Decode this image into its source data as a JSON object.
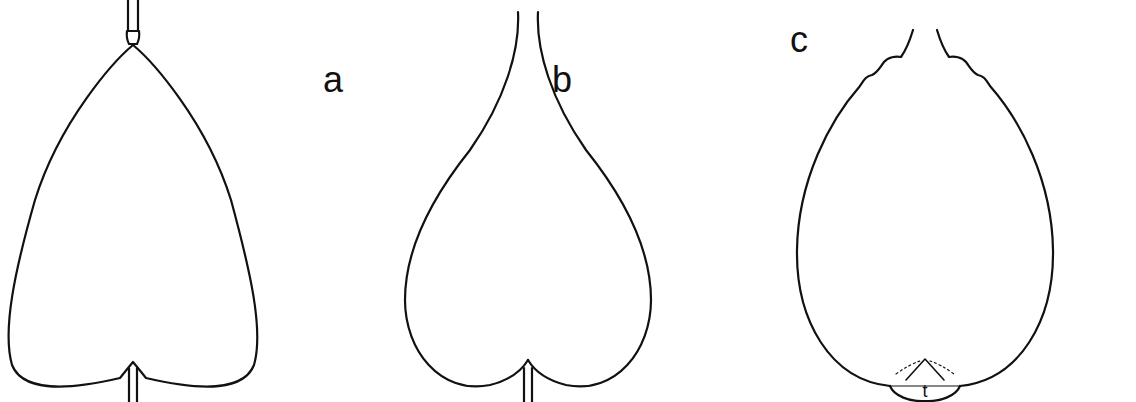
{
  "diagram": {
    "labels": [
      "a",
      "b",
      "c",
      "t"
    ]
  }
}
